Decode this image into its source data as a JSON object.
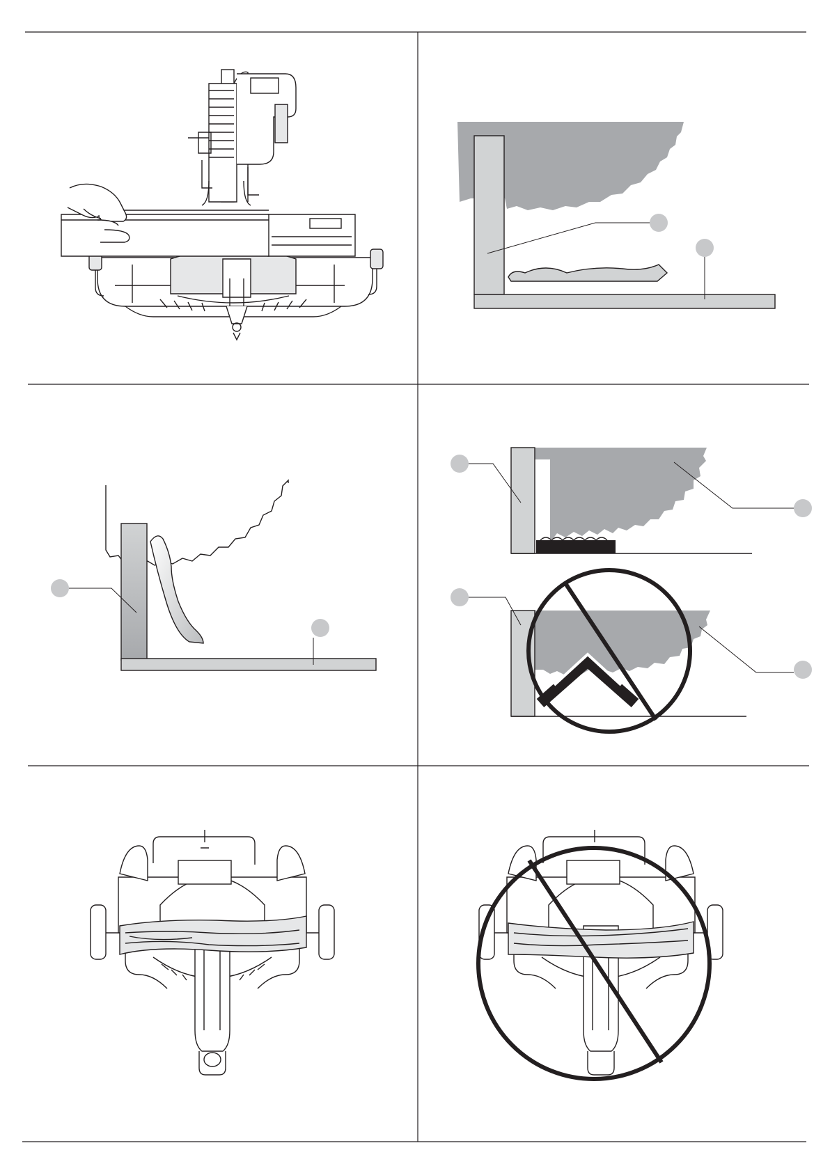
{
  "page": {
    "panels": [
      {
        "id": "fig-1",
        "content": "miter-saw-front-view-with-hand-holding-board"
      },
      {
        "id": "fig-2",
        "content": "crown-molding-flat-against-fence-and-table"
      },
      {
        "id": "fig-3",
        "content": "crown-molding-leaning-against-fence"
      },
      {
        "id": "fig-4",
        "content": "correct-and-incorrect-blade-position"
      },
      {
        "id": "fig-5",
        "content": "miter-saw-top-view-correct"
      },
      {
        "id": "fig-6",
        "content": "miter-saw-top-view-prohibited"
      }
    ],
    "colors": {
      "ink": "#231f20",
      "blade_gray": "#a7a9ac",
      "fence_gray": "#d1d3d4",
      "callout_gray": "#c7c8ca",
      "wood_gray": "#e6e7e8"
    },
    "icons": [
      "prohibited-icon",
      "callout-marker-icon"
    ]
  }
}
